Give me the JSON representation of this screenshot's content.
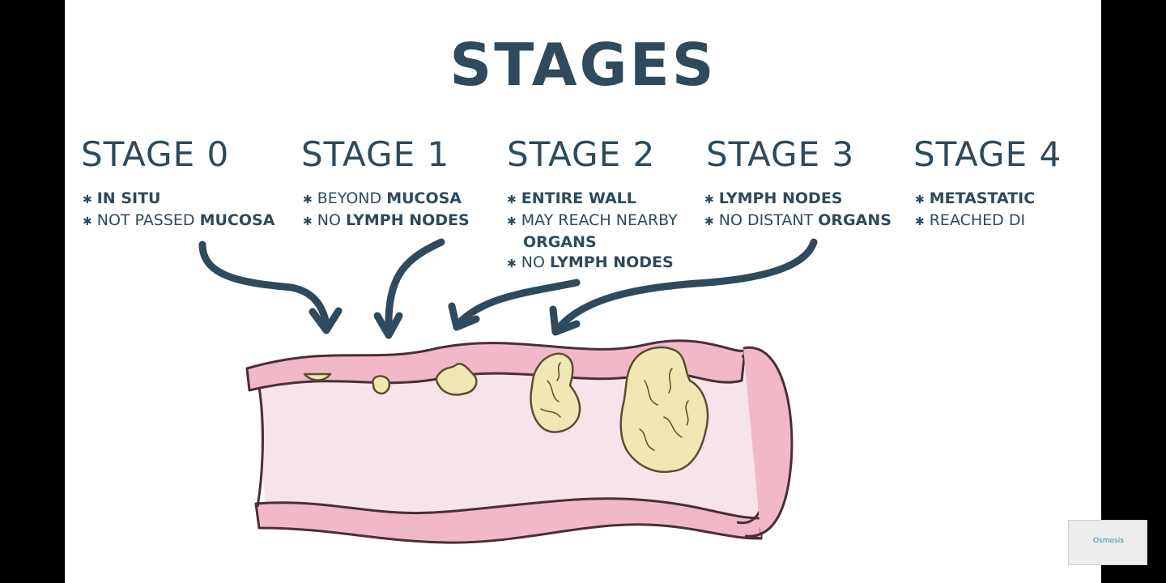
{
  "title": "STAGES",
  "stages": [
    {
      "heading": "STAGE 0",
      "bullets": [
        {
          "thin": "",
          "bold": "IN SITU",
          "rest": ""
        },
        {
          "thin": "NOT PASSED ",
          "bold": "MUCOSA",
          "rest": ""
        }
      ]
    },
    {
      "heading": "STAGE 1",
      "bullets": [
        {
          "thin": "BEYOND ",
          "bold": "MUCOSA",
          "rest": ""
        },
        {
          "thin": "NO ",
          "bold": "LYMPH NODES",
          "rest": ""
        }
      ]
    },
    {
      "heading": "STAGE 2",
      "bullets": [
        {
          "thin": "",
          "bold": "ENTIRE WALL",
          "rest": ""
        },
        {
          "thin": "MAY REACH NEARBY",
          "bold": "",
          "rest": ""
        },
        {
          "thin": "",
          "bold": "ORGANS",
          "rest": ""
        },
        {
          "thin": "NO ",
          "bold": "LYMPH NODES",
          "rest": ""
        }
      ]
    },
    {
      "heading": "STAGE 3",
      "bullets": [
        {
          "thin": "",
          "bold": "LYMPH NODES",
          "rest": ""
        },
        {
          "thin": "NO DISTANT ",
          "bold": "ORGANS",
          "rest": ""
        }
      ]
    },
    {
      "heading": "STAGE 4",
      "bullets": [
        {
          "thin": "",
          "bold": "METASTATIC",
          "rest": ""
        },
        {
          "thin": "REACHED DI",
          "bold": "",
          "rest": ""
        }
      ]
    }
  ],
  "bullet_symbol": "✱",
  "watermark": "Osmosis",
  "colors": {
    "ink": "#2e4a5c",
    "tissue_fill": "#f7e4ea",
    "tissue_band": "#f1b9c8",
    "tissue_outline": "#4a2e3a",
    "tumor_fill": "#efe7b4",
    "tumor_outline": "#5a4e30"
  }
}
